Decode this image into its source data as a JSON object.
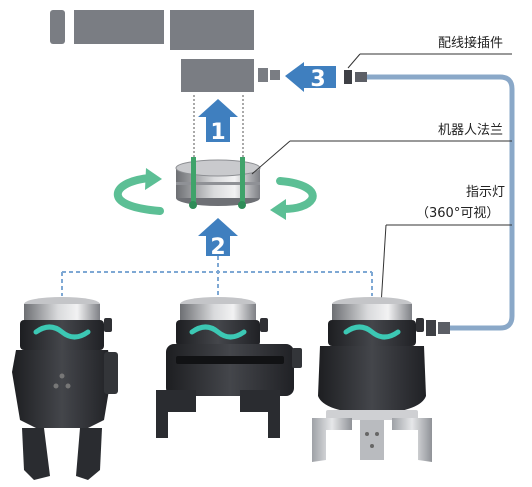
{
  "labels": {
    "connector": "配线接插件",
    "flange": "机器人法兰",
    "indicator_line1": "指示灯",
    "indicator_line2": "（360°可视）"
  },
  "steps": [
    "1",
    "2",
    "3"
  ],
  "colors": {
    "step_blue": "#3f7fbf",
    "cable_blue": "#8aa8c8",
    "dash_blue": "#7ea8d4",
    "rotate_green": "#5cbf95",
    "robot_gray": "#7a7d83",
    "body_dark": "#2a2c30",
    "indicator_teal": "#3cc8b4"
  }
}
